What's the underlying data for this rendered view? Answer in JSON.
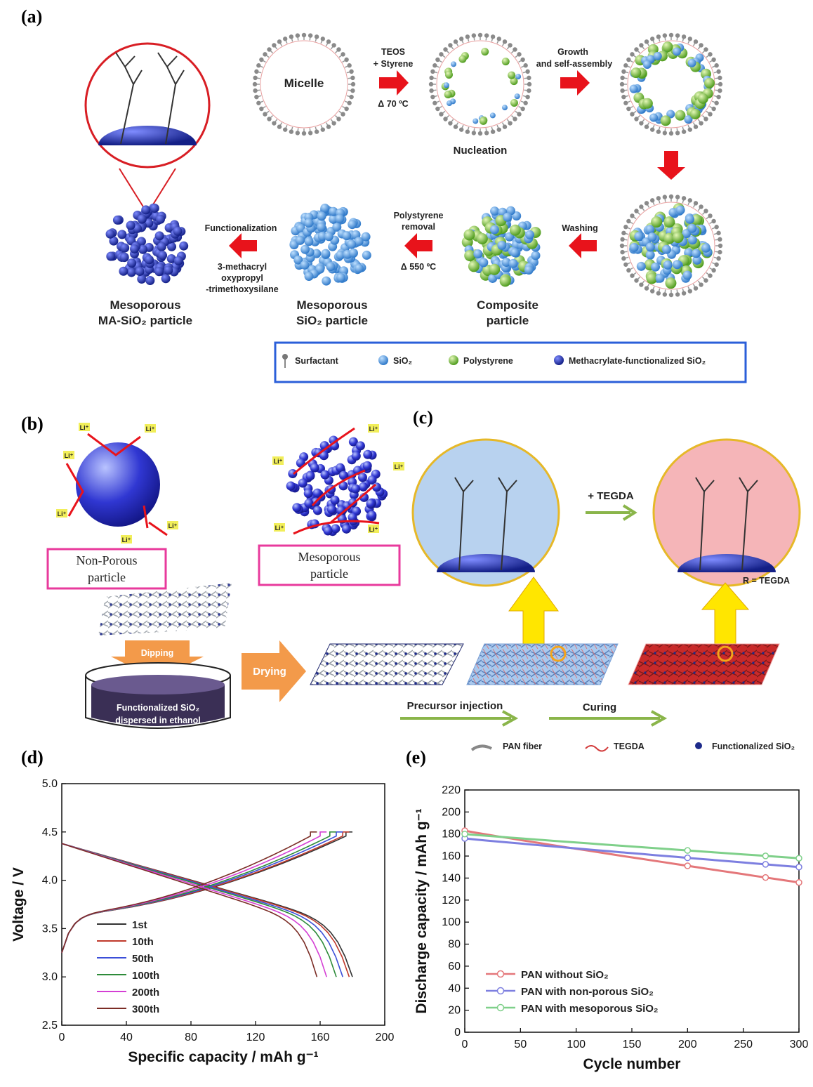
{
  "panels": {
    "a": {
      "label": "(a)",
      "micelle": "Micelle",
      "step1_top": "TEOS",
      "step1_mid": "+ Styrene",
      "step1_bot": "Δ 70 ºC",
      "nucleation": "Nucleation",
      "step2_top": "Growth",
      "step2_bot": "and self-assembly",
      "washing": "Washing",
      "composite_1": "Composite",
      "composite_2": "particle",
      "ps_removal_1": "Polystyrene",
      "ps_removal_2": "removal",
      "ps_removal_3": "Δ 550 ºC",
      "meso_1": "Mesoporous",
      "meso_2": "SiO₂ particle",
      "functionalization": "Functionalization",
      "func_reagent_1": "3-methacryl",
      "func_reagent_2": "oxypropyl",
      "func_reagent_3": "-trimethoxysilane",
      "ma_1": "Mesoporous",
      "ma_2": "MA-SiO₂ particle",
      "legend": [
        "Surfactant",
        "SiO₂",
        "Polystyrene",
        "Methacrylate-functionalized SiO₂"
      ],
      "colors": {
        "sio2": "#4a90d9",
        "polystyrene": "#6fbf3a",
        "ma_sio2": "#1f2e9c",
        "arrow": "#e8131b",
        "legend_border": "#2b5fd9"
      }
    },
    "b": {
      "label": "(b)",
      "nonporous_1": "Non-Porous",
      "nonporous_2": "particle",
      "mesoporous_1": "Mesoporous",
      "mesoporous_2": "particle",
      "li": "Li⁺",
      "dipping": "Dipping",
      "dish_1": "Functionalized SiO₂",
      "dish_2": "dispersed in ethanol",
      "drying": "Drying"
    },
    "c": {
      "label": "(c)",
      "tegda_step": "+ TEGDA",
      "r_note": "R = TEGDA",
      "precursor": "Precursor injection",
      "curing": "Curing",
      "legend": [
        "PAN fiber",
        "TEGDA",
        "Functionalized SiO₂"
      ]
    },
    "d": {
      "label": "(d)"
    },
    "e": {
      "label": "(e)"
    }
  },
  "chart_data": [
    {
      "type": "line",
      "panel": "d",
      "title": "",
      "xlabel": "Specific capacity / mAh g⁻¹",
      "ylabel": "Voltage / V",
      "xlim": [
        0,
        200
      ],
      "ylim": [
        2.5,
        5.0
      ],
      "xticks": [
        0,
        40,
        80,
        120,
        160,
        200
      ],
      "yticks": [
        2.5,
        3.0,
        3.5,
        4.0,
        4.5,
        5.0
      ],
      "legend_position": "lower-left",
      "series": [
        {
          "name": "1st",
          "color": "#333333",
          "charge_end": 180,
          "discharge_end": 180
        },
        {
          "name": "10th",
          "color": "#c0392b",
          "charge_end": 178,
          "discharge_end": 178
        },
        {
          "name": "50th",
          "color": "#3b4fd8",
          "charge_end": 174,
          "discharge_end": 174
        },
        {
          "name": "100th",
          "color": "#2e8b3a",
          "charge_end": 170,
          "discharge_end": 170
        },
        {
          "name": "200th",
          "color": "#d43fd4",
          "charge_end": 164,
          "discharge_end": 164
        },
        {
          "name": "300th",
          "color": "#7b2d26",
          "charge_end": 158,
          "discharge_end": 158
        }
      ]
    },
    {
      "type": "line",
      "panel": "e",
      "title": "",
      "xlabel": "Cycle number",
      "ylabel": "Discharge capacity / mAh g⁻¹",
      "xlim": [
        0,
        300
      ],
      "ylim": [
        0,
        220
      ],
      "xticks": [
        0,
        50,
        100,
        150,
        200,
        250,
        300
      ],
      "yticks": [
        0,
        20,
        40,
        60,
        80,
        100,
        120,
        140,
        160,
        180,
        200,
        220
      ],
      "legend_position": "lower-left",
      "series": [
        {
          "name": "PAN without SiO₂",
          "color": "#e4777a",
          "x": [
            0,
            300
          ],
          "y": [
            183,
            136
          ]
        },
        {
          "name": "PAN with non-porous SiO₂",
          "color": "#7d7fe0",
          "x": [
            0,
            300
          ],
          "y": [
            176,
            150
          ]
        },
        {
          "name": "PAN with mesoporous SiO₂",
          "color": "#7fd08a",
          "x": [
            0,
            300
          ],
          "y": [
            180,
            158
          ]
        }
      ]
    }
  ]
}
